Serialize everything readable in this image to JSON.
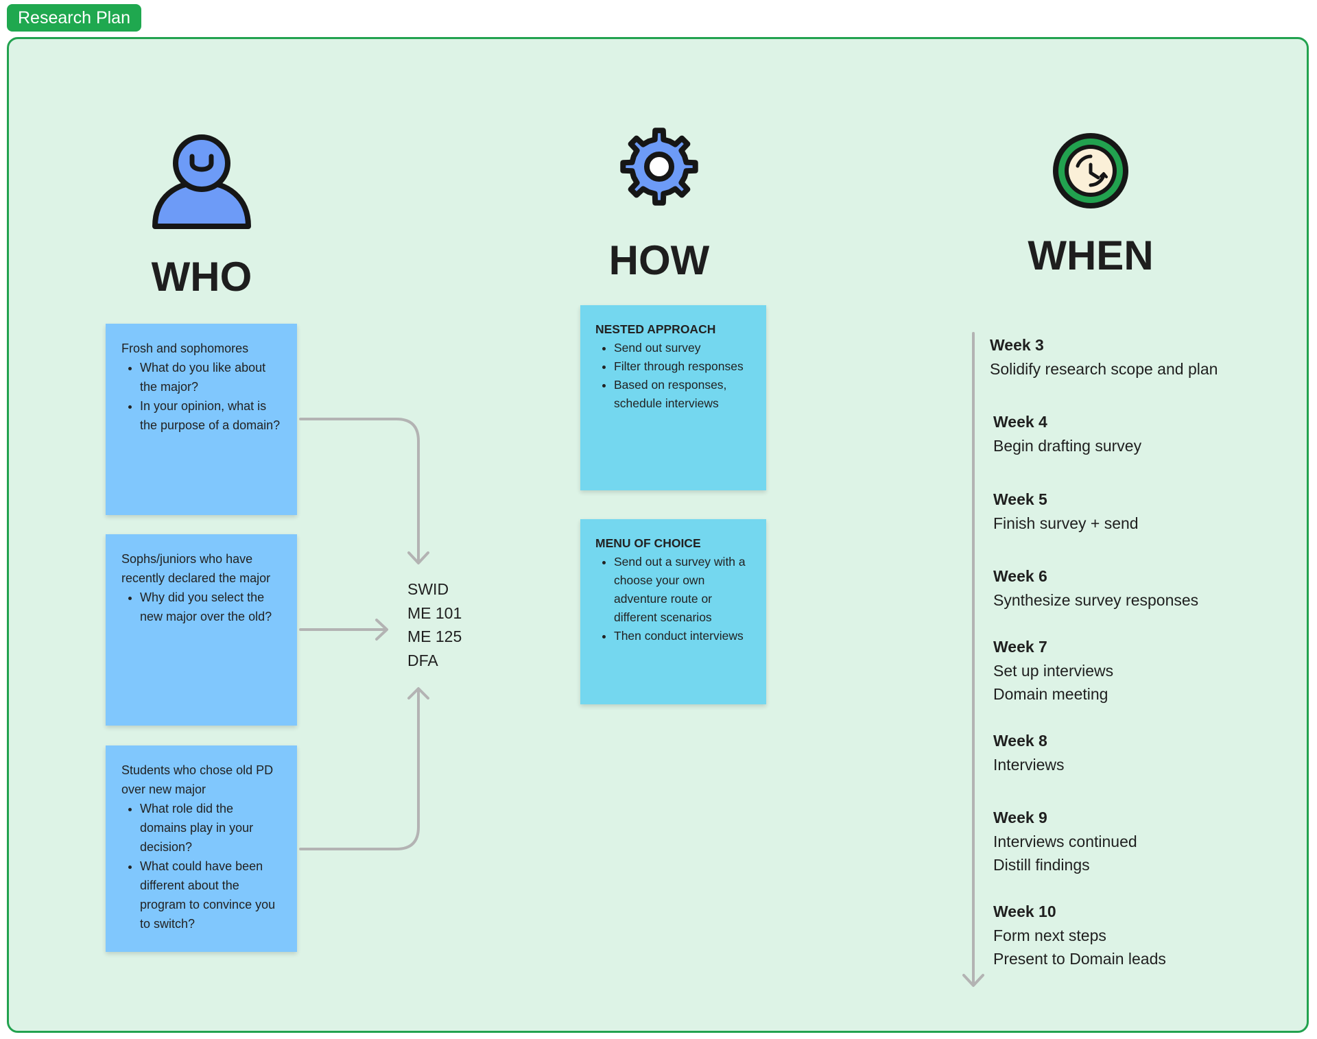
{
  "frame": {
    "label": "Research Plan"
  },
  "icons": {
    "who": "person-icon",
    "how": "gear-icon",
    "when": "clock-cycle-icon"
  },
  "colors": {
    "frame_accent": "#22a24f",
    "frame_fill": "#ddf3e6",
    "who_sticky": "#80c7fd",
    "how_sticky": "#74d7ef",
    "icon_blue": "#6d9bf7",
    "clock_cream": "#fbf0d8",
    "connector": "#b3b3b3"
  },
  "who": {
    "title": "WHO",
    "notes": [
      {
        "title": "Frosh and sophomores",
        "items": [
          "What do you like about the major?",
          "In your opinion, what is the purpose of a domain?"
        ]
      },
      {
        "title": "Sophs/juniors who have recently declared the major",
        "items": [
          "Why did you select the new major over the old?"
        ]
      },
      {
        "title": "Students who chose old PD over new major",
        "items": [
          "What role did the domains play in your decision?",
          "What could have been different about the program to convince you to switch?"
        ]
      }
    ],
    "targets": [
      "SWID",
      "ME 101",
      "ME 125",
      "DFA"
    ]
  },
  "how": {
    "title": "HOW",
    "notes": [
      {
        "title": "NESTED APPROACH",
        "items": [
          "Send out survey",
          "Filter through responses",
          "Based on responses, schedule interviews"
        ]
      },
      {
        "title": "MENU OF CHOICE",
        "items": [
          "Send out a survey with a choose your own adventure route or different scenarios",
          "Then conduct interviews"
        ]
      }
    ]
  },
  "when": {
    "title": "WHEN",
    "weeks": [
      {
        "week": "Week 3",
        "tasks": [
          "Solidify research scope and plan"
        ]
      },
      {
        "week": "Week 4",
        "tasks": [
          "Begin drafting survey"
        ]
      },
      {
        "week": "Week 5",
        "tasks": [
          "Finish survey + send"
        ]
      },
      {
        "week": "Week 6",
        "tasks": [
          "Synthesize survey responses"
        ]
      },
      {
        "week": "Week 7",
        "tasks": [
          "Set up interviews",
          "Domain meeting"
        ]
      },
      {
        "week": "Week 8",
        "tasks": [
          "Interviews"
        ]
      },
      {
        "week": "Week 9",
        "tasks": [
          "Interviews continued",
          "Distill findings"
        ]
      },
      {
        "week": "Week 10",
        "tasks": [
          "Form next steps",
          "Present to Domain leads"
        ]
      }
    ]
  }
}
